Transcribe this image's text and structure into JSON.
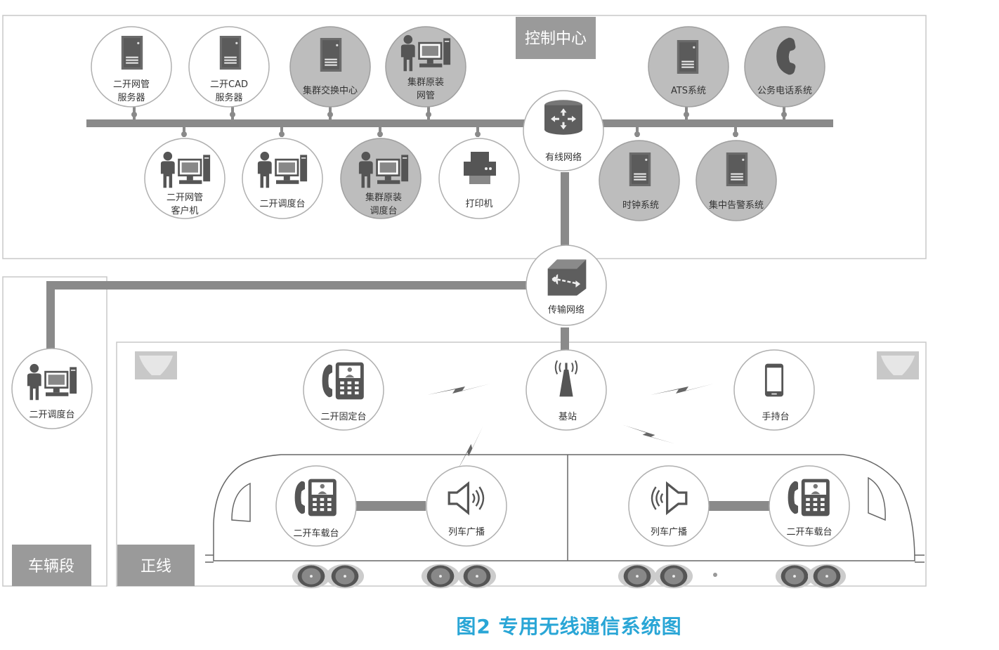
{
  "regions": {
    "control_center": "控制中心",
    "depot": "车辆段",
    "mainline": "正线"
  },
  "nodes": {
    "nms_server": [
      "二开网管",
      "服务器"
    ],
    "cad_server": [
      "二开CAD",
      "服务器"
    ],
    "trunk_switch": [
      "集群交换中心"
    ],
    "trunk_nms": [
      "集群原装",
      "网管"
    ],
    "ats": [
      "ATS系统"
    ],
    "phone": [
      "公务电话系统"
    ],
    "wired_net": [
      "有线网络"
    ],
    "nms_client": [
      "二开网管",
      "客户机"
    ],
    "dispatch_console": [
      "二开调度台"
    ],
    "trunk_dispatch": [
      "集群原装",
      "调度台"
    ],
    "printer": [
      "打印机"
    ],
    "clock": [
      "时钟系统"
    ],
    "alarm": [
      "集中告警系统"
    ],
    "transport_net": [
      "传输网络"
    ],
    "depot_dispatch": [
      "二开调度台"
    ],
    "fixed_station": [
      "二开固定台"
    ],
    "base_station": [
      "基站"
    ],
    "handheld": [
      "手持台"
    ],
    "cab_radio_left": [
      "二开车载台"
    ],
    "pa_left": [
      "列车广播"
    ],
    "pa_right": [
      "列车广播"
    ],
    "cab_radio_right": [
      "二开车载台"
    ]
  },
  "caption": "图2 专用无线通信系统图",
  "colors": {
    "bus": "#8a8a8a",
    "label_box": "#9a9a9a",
    "node_gray": "#bdbdbd",
    "caption": "#2aa6d6",
    "border": "#c8c8c8"
  }
}
